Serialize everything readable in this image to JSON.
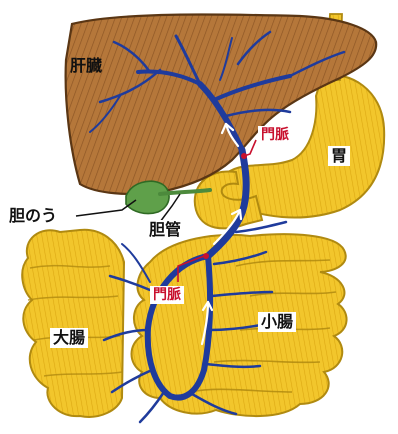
{
  "labels": {
    "liver": "肝臓",
    "stomach": "胃",
    "gallbladder": "胆のう",
    "bile_duct": "胆管",
    "large_intestine": "大腸",
    "small_intestine": "小腸",
    "portal_vein_upper": "門脈",
    "portal_vein_lower": "門脈"
  },
  "colors": {
    "liver": "#b5773a",
    "liver_outline": "#5a3614",
    "intestine": "#f2c62c",
    "intestine_outline": "#b08a10",
    "vein": "#1f3b9c",
    "gallbladder": "#5fa04a",
    "annotation_red": "#c8102e",
    "flow_arrow": "#ffffff"
  }
}
